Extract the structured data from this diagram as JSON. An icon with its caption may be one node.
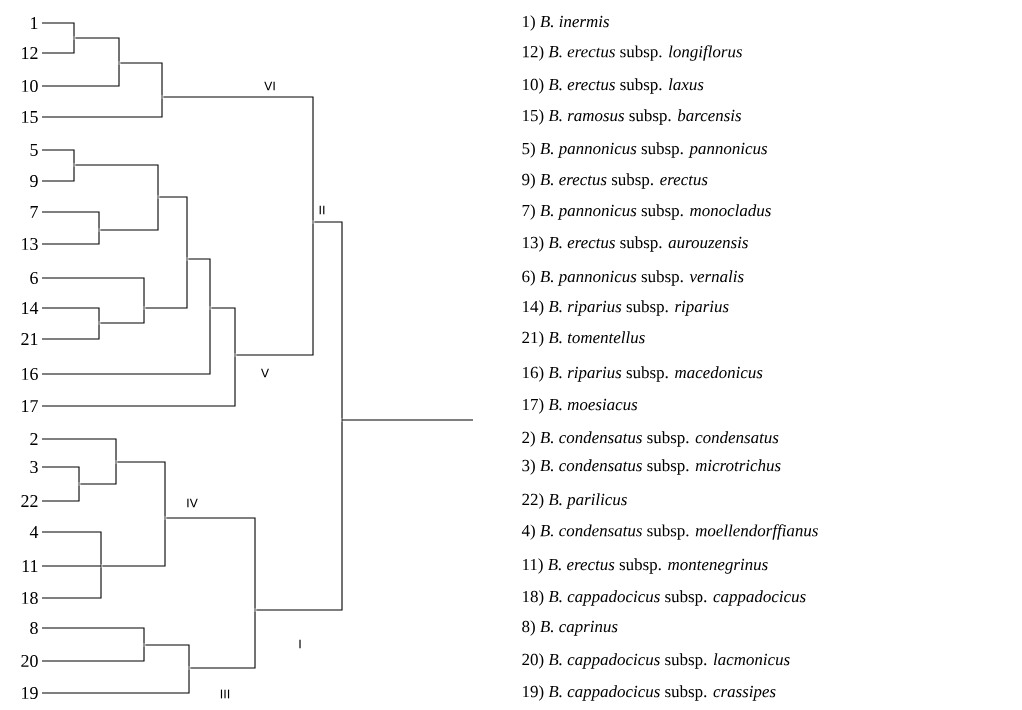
{
  "diagram": {
    "nodes": [
      {
        "text": [
          "1"
        ]
      },
      {
        "text": [
          "12"
        ]
      },
      {
        "text": [
          "10"
        ]
      },
      {
        "text": [
          "15"
        ]
      },
      {
        "text": [
          "5"
        ]
      },
      {
        "text": [
          "9"
        ]
      },
      {
        "text": [
          "7"
        ]
      },
      {
        "text": [
          "13"
        ]
      },
      {
        "text": [
          "6"
        ]
      },
      {
        "text": [
          "14"
        ]
      },
      {
        "text": [
          "21"
        ]
      },
      {
        "text": [
          "16"
        ]
      },
      {
        "text": [
          "17"
        ]
      },
      {
        "text": [
          "2"
        ]
      },
      {
        "text": [
          "3"
        ]
      },
      {
        "text": [
          "22"
        ]
      },
      {
        "text": [
          "4"
        ]
      },
      {
        "text": [
          "11"
        ]
      },
      {
        "text": [
          "18"
        ]
      },
      {
        "text": [
          "8"
        ]
      },
      {
        "text": [
          "20"
        ]
      },
      {
        "text": [
          "19"
        ]
      },
      {
        "text": [],
        "shape": "point"
      },
      {
        "text": [],
        "shape": "point"
      },
      {
        "text": [],
        "shape": "point"
      },
      {
        "text": [],
        "shape": "point"
      },
      {
        "text": [],
        "shape": "point"
      },
      {
        "text": [],
        "shape": "point"
      },
      {
        "text": [],
        "shape": "point"
      },
      {
        "text": [],
        "shape": "point"
      },
      {
        "text": [],
        "shape": "point"
      },
      {
        "text": [],
        "shape": "point"
      },
      {
        "text": [],
        "shape": "point"
      },
      {
        "text": [],
        "shape": "point"
      },
      {
        "text": [],
        "shape": "point"
      },
      {
        "text": [],
        "shape": "point"
      },
      {
        "text": [],
        "shape": "point"
      },
      {
        "text": [],
        "shape": "point"
      },
      {
        "text": [],
        "shape": "point"
      },
      {
        "text": [],
        "shape": "point"
      },
      {
        "text": [],
        "shape": "point"
      },
      {
        "text": [],
        "shape": "point"
      }
    ],
    "edges": [
      {
        "from": 0,
        "to": 22,
        "arrow": "none"
      },
      {
        "from": 1,
        "to": 22,
        "arrow": "none"
      },
      {
        "from": 22,
        "to": 23,
        "arrow": "none"
      },
      {
        "from": 2,
        "to": 23,
        "arrow": "none"
      },
      {
        "from": 23,
        "to": 24,
        "arrow": "none"
      },
      {
        "from": 3,
        "to": 24,
        "arrow": "none"
      },
      {
        "from": 4,
        "to": 25,
        "arrow": "none"
      },
      {
        "from": 5,
        "to": 25,
        "arrow": "none"
      },
      {
        "from": 6,
        "to": 26,
        "arrow": "none"
      },
      {
        "from": 7,
        "to": 26,
        "arrow": "none"
      },
      {
        "from": 25,
        "to": 27,
        "arrow": "none"
      },
      {
        "from": 26,
        "to": 27,
        "arrow": "none"
      },
      {
        "from": 9,
        "to": 28,
        "arrow": "none"
      },
      {
        "from": 10,
        "to": 28,
        "arrow": "none"
      },
      {
        "from": 8,
        "to": 29,
        "arrow": "none"
      },
      {
        "from": 28,
        "to": 29,
        "arrow": "none"
      },
      {
        "from": 27,
        "to": 30,
        "arrow": "none"
      },
      {
        "from": 29,
        "to": 30,
        "arrow": "none"
      },
      {
        "from": 30,
        "to": 31,
        "arrow": "none"
      },
      {
        "from": 11,
        "to": 31,
        "arrow": "none"
      },
      {
        "from": 31,
        "to": 32,
        "arrow": "none"
      },
      {
        "from": 12,
        "to": 32,
        "arrow": "none"
      },
      {
        "from": 24,
        "to": 33,
        "arrow": "none"
      },
      {
        "from": 32,
        "to": 33,
        "arrow": "none"
      },
      {
        "from": 14,
        "to": 34,
        "arrow": "none"
      },
      {
        "from": 15,
        "to": 34,
        "arrow": "none"
      },
      {
        "from": 13,
        "to": 35,
        "arrow": "none"
      },
      {
        "from": 34,
        "to": 35,
        "arrow": "none"
      },
      {
        "from": 16,
        "to": 36,
        "arrow": "none"
      },
      {
        "from": 17,
        "to": 36,
        "arrow": "none"
      },
      {
        "from": 18,
        "to": 36,
        "arrow": "none"
      },
      {
        "from": 35,
        "to": 37,
        "arrow": "none"
      },
      {
        "from": 36,
        "to": 37,
        "arrow": "none"
      },
      {
        "from": 19,
        "to": 38,
        "arrow": "none"
      },
      {
        "from": 20,
        "to": 38,
        "arrow": "none"
      },
      {
        "from": 38,
        "to": 39,
        "arrow": "none"
      },
      {
        "from": 21,
        "to": 39,
        "arrow": "none"
      },
      {
        "from": 37,
        "to": 40,
        "arrow": "none"
      },
      {
        "from": 39,
        "to": 40,
        "arrow": "none"
      },
      {
        "from": 33,
        "to": 41,
        "arrow": "none"
      },
      {
        "from": 40,
        "to": 41,
        "arrow": "none"
      },
      {
        "from": 41,
        "to": null,
        "arrow": "none"
      }
    ],
    "labels": [
      "VI",
      "II",
      "V",
      "IV",
      "I",
      "III",
      "1) *B. inermis*",
      "12) *B. erectus* subsp. *longiflorus*",
      "10) *B. erectus* subsp. *laxus*",
      "15) *B. ramosus* subsp. *barcensis*",
      "5) *B. pannonicus* subsp. *pannonicus*",
      "9) *B. erectus* subsp. *erectus*",
      "7) *B. pannonicus* subsp. *monocladus*",
      "13) *B. erectus* subsp. *aurouzensis*",
      "6) *B. pannonicus* subsp. *vernalis*",
      "14) *B. riparius* subsp. *riparius*",
      "21) *B. tomentellus*",
      "16) *B. riparius* subsp. *macedonicus*",
      "17) *B. moesiacus*",
      "2) *B. condensatus* subsp. *condensatus*",
      "3) *B. condensatus* subsp. *microtrichus*",
      "22) *B. parilicus*",
      "4) *B. condensatus* subsp. *moellendorffianus*",
      "11) *B. erectus* subsp. *montenegrinus*",
      "18) *B. cappadocicus* subsp. *cappadocicus*",
      "8) *B. caprinus*",
      "20) *B. cappadocicus* subsp. *lacmonicus*",
      "19) *B. cappadocicus* subsp. *crassipes*"
    ]
  }
}
